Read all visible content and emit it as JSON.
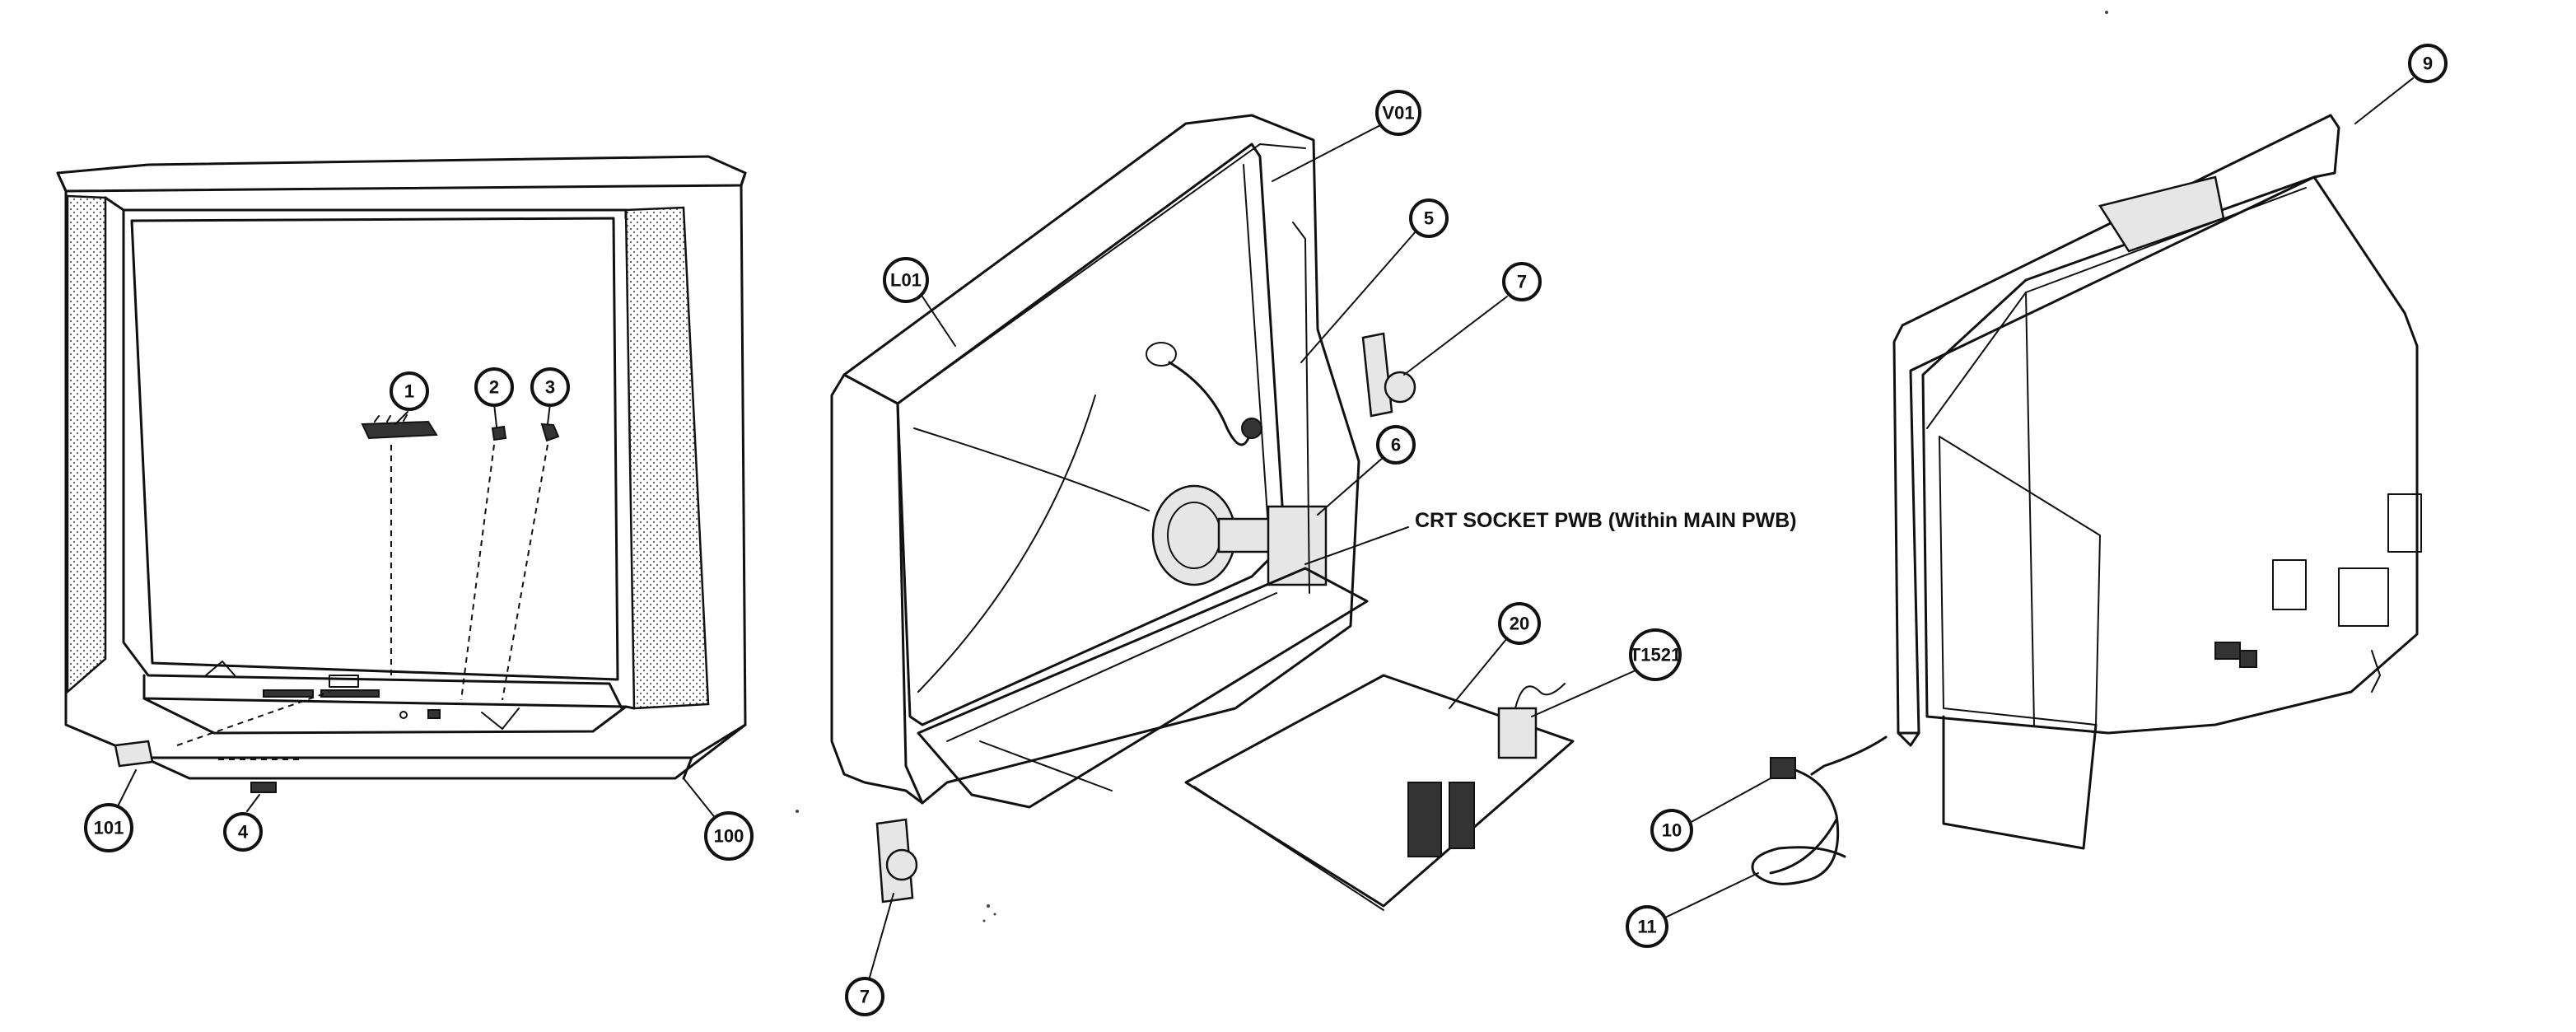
{
  "callouts": {
    "c1": "1",
    "c2": "2",
    "c3": "3",
    "c4": "4",
    "c101": "101",
    "c100": "100",
    "cL01": "L01",
    "cV01": "V01",
    "c5": "5",
    "c7a": "7",
    "c6": "6",
    "c20": "20",
    "cT1521": "T1521",
    "c7b": "7",
    "c9": "9",
    "c10": "10",
    "c11": "11"
  },
  "labels": {
    "crt_socket": "CRT SOCKET PWB (Within MAIN PWB)"
  }
}
